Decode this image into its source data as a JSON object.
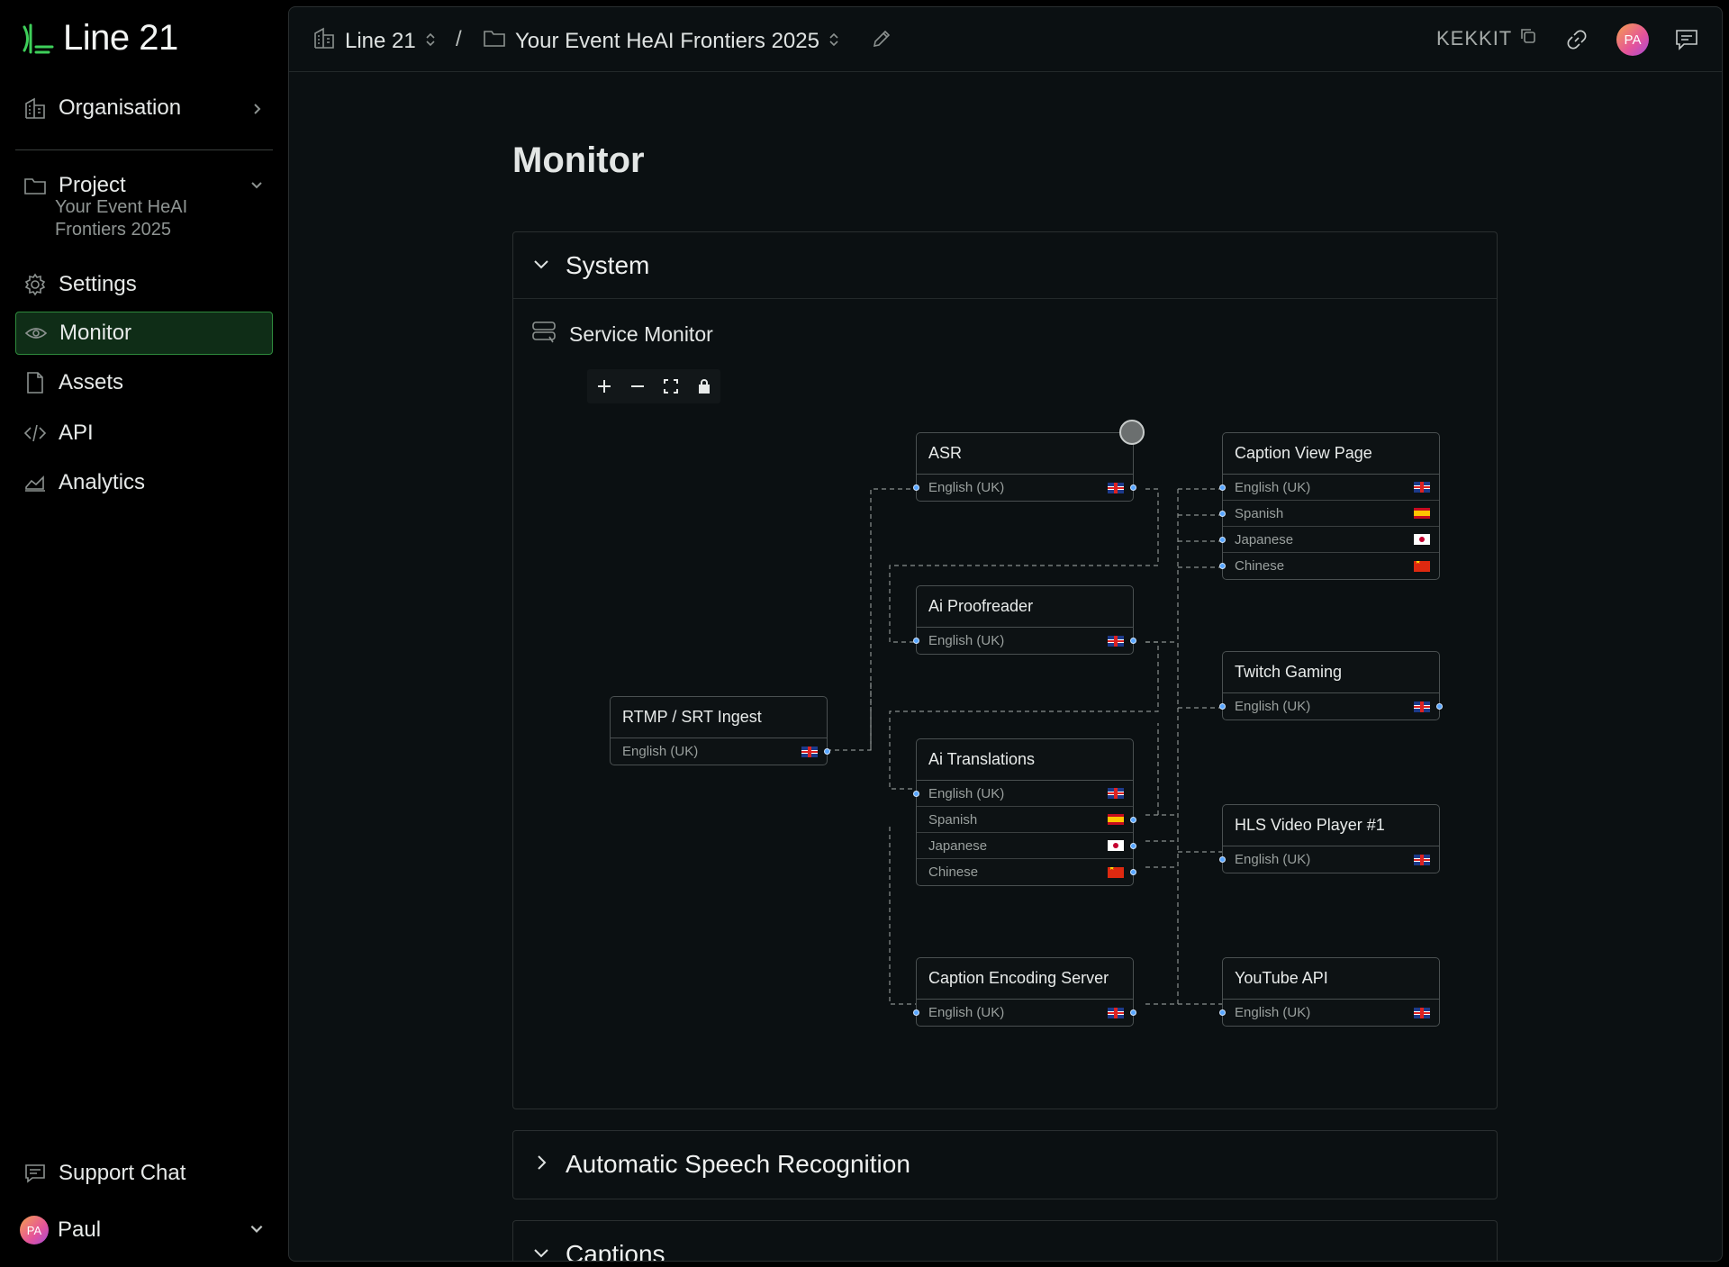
{
  "app": {
    "name": "Line 21"
  },
  "sidebar": {
    "organisation": "Organisation",
    "project": {
      "label": "Project",
      "name": "Your Event HeAI Frontiers 2025"
    },
    "items": [
      {
        "label": "Settings"
      },
      {
        "label": "Monitor"
      },
      {
        "label": "Assets"
      },
      {
        "label": "API"
      },
      {
        "label": "Analytics"
      }
    ],
    "support": "Support Chat",
    "user": {
      "name": "Paul",
      "initials": "PA"
    }
  },
  "topbar": {
    "org": "Line 21",
    "separator": "/",
    "project": "Your Event HeAI Frontiers 2025",
    "code": "KEKKIT",
    "avatar": "PA"
  },
  "page": {
    "title": "Monitor"
  },
  "sections": {
    "system": {
      "title": "System",
      "subtitle": "Service Monitor"
    },
    "asr": {
      "title": "Automatic Speech Recognition"
    },
    "captions": {
      "title": "Captions"
    }
  },
  "nodes": {
    "rtmp": {
      "title": "RTMP / SRT Ingest",
      "rows": [
        {
          "label": "English (UK)",
          "flag": "uk"
        }
      ]
    },
    "asr": {
      "title": "ASR",
      "rows": [
        {
          "label": "English (UK)",
          "flag": "uk"
        }
      ]
    },
    "proofreader": {
      "title": "Ai Proofreader",
      "rows": [
        {
          "label": "English (UK)",
          "flag": "uk"
        }
      ]
    },
    "translations": {
      "title": "Ai Translations",
      "rows": [
        {
          "label": "English (UK)",
          "flag": "uk"
        },
        {
          "label": "Spanish",
          "flag": "es"
        },
        {
          "label": "Japanese",
          "flag": "jp"
        },
        {
          "label": "Chinese",
          "flag": "cn"
        }
      ]
    },
    "encoding": {
      "title": "Caption Encoding Server",
      "rows": [
        {
          "label": "English (UK)",
          "flag": "uk"
        }
      ]
    },
    "captionpage": {
      "title": "Caption View Page",
      "rows": [
        {
          "label": "English (UK)",
          "flag": "uk"
        },
        {
          "label": "Spanish",
          "flag": "es"
        },
        {
          "label": "Japanese",
          "flag": "jp"
        },
        {
          "label": "Chinese",
          "flag": "cn"
        }
      ]
    },
    "twitch": {
      "title": "Twitch Gaming",
      "rows": [
        {
          "label": "English (UK)",
          "flag": "uk"
        }
      ]
    },
    "hls": {
      "title": "HLS Video Player #1",
      "rows": [
        {
          "label": "English (UK)",
          "flag": "uk"
        }
      ]
    },
    "youtube": {
      "title": "YouTube API",
      "rows": [
        {
          "label": "English (UK)",
          "flag": "uk"
        }
      ]
    }
  },
  "colors": {
    "accent": "#3ecf5a",
    "active_bg": "#0f2d17",
    "port": "#58a6ff"
  }
}
